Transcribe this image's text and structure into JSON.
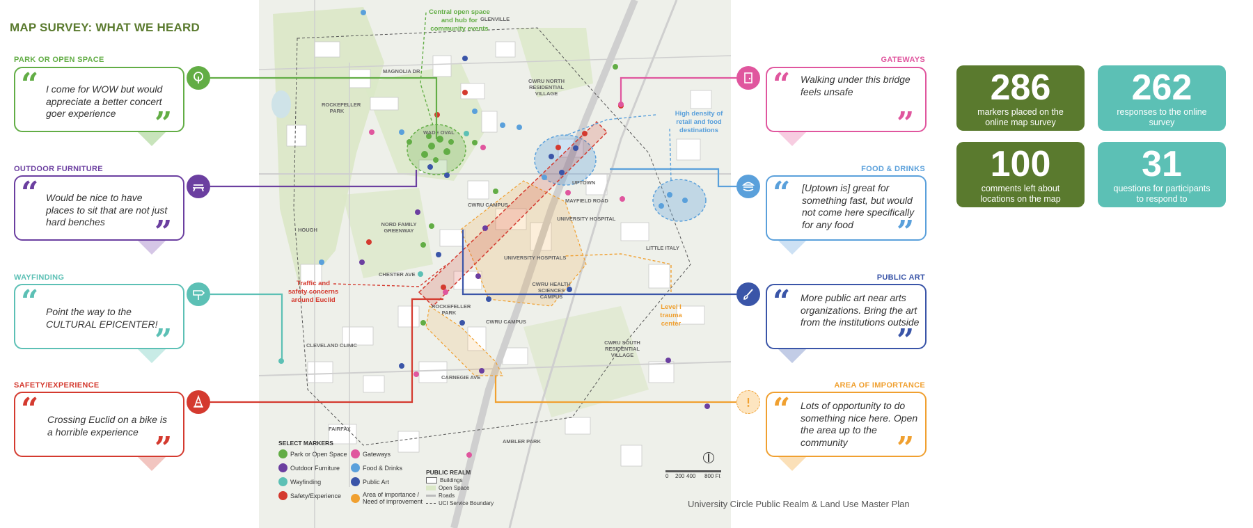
{
  "page": {
    "title": "MAP SURVEY: WHAT WE HEARD",
    "credit": "University Circle Public Realm & Land Use Master Plan"
  },
  "colors": {
    "green": "#62ad45",
    "purple": "#6b3fa0",
    "teal": "#5cc0b5",
    "red": "#d43a2f",
    "pink": "#e0569e",
    "lightblue": "#5aa0db",
    "navy": "#3a55a8",
    "orange": "#f0a030",
    "olive": "#5a7a2e"
  },
  "categories": {
    "park": {
      "label": "PARK OR OPEN SPACE",
      "quote": "I come for WOW but would appreciate a better concert goer experience",
      "icon": "tree-icon"
    },
    "furniture": {
      "label": "OUTDOOR FURNITURE",
      "quote": "Would be nice to have places to sit that are not just hard benches",
      "icon": "bench-icon"
    },
    "wayfinding": {
      "label": "WAYFINDING",
      "quote": "Point the way to the CULTURAL EPICENTER!",
      "icon": "signpost-icon"
    },
    "safety": {
      "label": "SAFETY/EXPERIENCE",
      "quote": "Crossing Euclid on a bike is a horrible experience",
      "icon": "traffic-cone-icon"
    },
    "gateways": {
      "label": "GATEWAYS",
      "quote": "Walking under this bridge feels unsafe",
      "icon": "door-icon"
    },
    "food": {
      "label": "FOOD & DRINKS",
      "quote": "[Uptown is] great for something fast, but would not come here specifically for any food",
      "icon": "burger-icon"
    },
    "art": {
      "label": "PUBLIC ART",
      "quote": "More public art near arts organizations. Bring the art from the institutions outside",
      "icon": "paintbrush-icon"
    },
    "importance": {
      "label": "AREA OF IMPORTANCE",
      "quote": "Lots of opportunity to do something nice here. Open the area up to the community",
      "icon": "exclamation-icon"
    }
  },
  "stats": [
    {
      "num": "286",
      "label": "markers placed on the online map survey",
      "color": "#5a7a2e"
    },
    {
      "num": "262",
      "label": "responses to the online survey",
      "color": "#5cc0b5"
    },
    {
      "num": "100",
      "label": "comments left about locations on the map",
      "color": "#5a7a2e"
    },
    {
      "num": "31",
      "label": "questions for participants to respond to",
      "color": "#5cc0b5"
    }
  ],
  "map": {
    "annotations": {
      "central": "Central open space and hub for community events",
      "density": "High density of retail and food destinations",
      "traffic": "Traffic and safety concerns around Euclid",
      "trauma": "Level I trauma center"
    },
    "labels": {
      "glenville": "GLENVILLE",
      "rockefeller_park": "ROCKEFELLER PARK",
      "wade_oval": "WADE OVAL",
      "cwru_north": "CWRU NORTH RESIDENTIAL VILLAGE",
      "uptown": "UPTOWN",
      "mayfield": "MAYFIELD ROAD",
      "univ_hospital": "UNIVERSITY HOSPITAL",
      "univ_hospitals": "UNIVERSITY HOSPITALS",
      "nord": "NORD FAMILY GREENWAY",
      "hough": "HOUGH",
      "cwru_campus": "CWRU CAMPUS",
      "cwru_campus2": "CWRU CAMPUS",
      "little_italy": "LITTLE ITALY",
      "cwru_health": "CWRU HEALTH SCIENCES CAMPUS",
      "rockefeller_park2": "ROCKEFELLER PARK",
      "cleveland_clinic": "CLEVELAND CLINIC",
      "cwru_south": "CWRU SOUTH RESIDENTIAL VILLAGE",
      "fairfax": "FAIRFAX",
      "ambler": "AMBLER PARK",
      "carnegie": "CARNEGIE AVE",
      "magnolia": "MAGNOLIA DR",
      "chester": "CHESTER AVE"
    },
    "legend": {
      "title": "SELECT MARKERS",
      "items": [
        {
          "label": "Park or Open Space",
          "color": "#62ad45"
        },
        {
          "label": "Gateways",
          "color": "#e0569e"
        },
        {
          "label": "Outdoor Furniture",
          "color": "#6b3fa0"
        },
        {
          "label": "Food & Drinks",
          "color": "#5aa0db"
        },
        {
          "label": "Wayfinding",
          "color": "#5cc0b5"
        },
        {
          "label": "Public Art",
          "color": "#3a55a8"
        },
        {
          "label": "Safety/Experience",
          "color": "#d43a2f"
        },
        {
          "label": "Area of importance / Need of improvement",
          "color": "#f0a030"
        }
      ],
      "realm_title": "PUBLIC REALM",
      "realm_items": [
        "Buildings",
        "Open Space",
        "Roads",
        "UCI Service Boundary"
      ]
    },
    "scale": {
      "labels": [
        "0",
        "200",
        "400",
        "800 Ft"
      ]
    }
  }
}
